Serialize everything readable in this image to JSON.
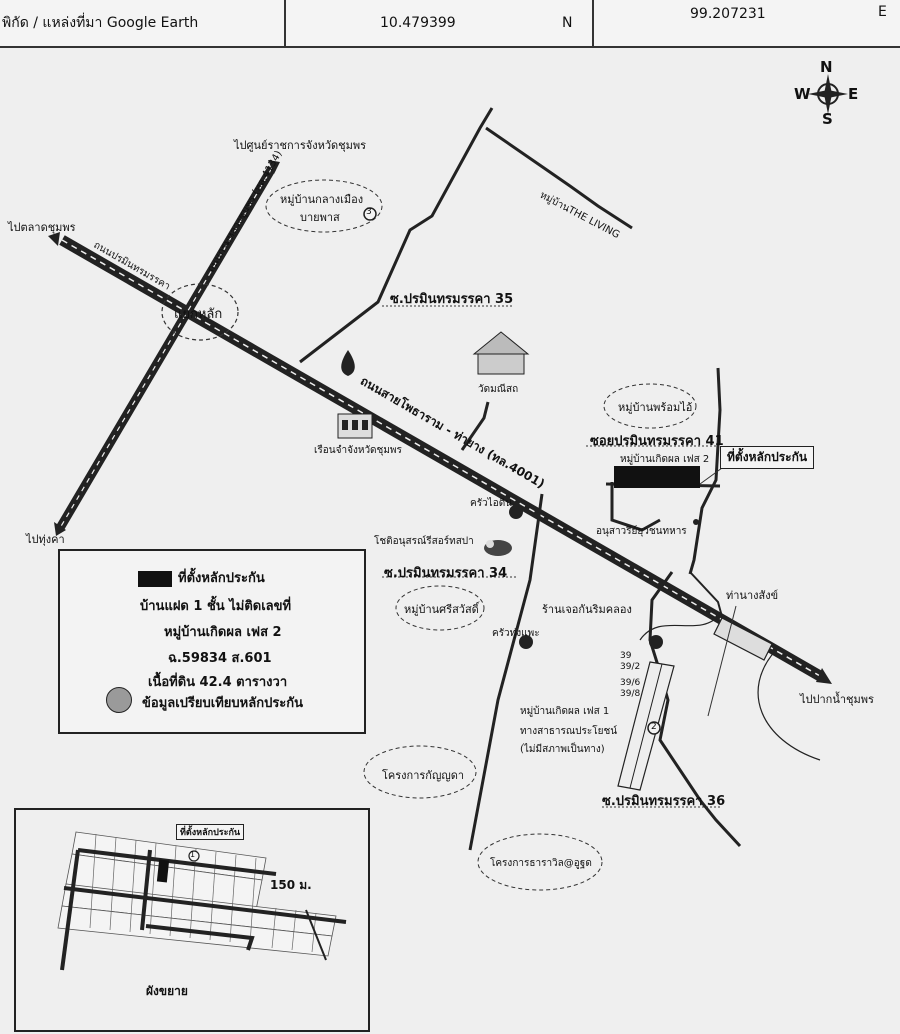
{
  "header": {
    "source_label": "พิกัด / แหล่งที่มา Google Earth",
    "lat_value": "10.479399",
    "lat_dir": "N",
    "lon_value": "99.207231",
    "lon_dir": "E"
  },
  "compass": {
    "n": "N",
    "s": "S",
    "e": "E",
    "w": "W"
  },
  "map_labels": {
    "to_chumphon_center": "ไปศูนย์ราชการจังหวัดชุมพร",
    "to_chumphon_market": "ไปตลาดชุมพร",
    "to_thung_kha": "ไปทุ่งคา",
    "to_pak_nam": "ไปปากน้ำชุมพร",
    "village_klang_mueang": "หมู่บ้านกลางเมือง",
    "village_klang_mueang_2": "บายพาส",
    "village_the_living": "หมู่บ้านTHE LIVING",
    "road_paramin": "ถนนปรมินทรมรรคา",
    "road_krom_luang": "ถนนกรมหลวงชุมพร (ทล.4134)",
    "intersection": "แยกหลัก",
    "soi_35": "ซ.ปรมินทรมรรคา 35",
    "main_road": "ถนนสายโพธาราม - ท่ายาง (ทล.4001)",
    "temple": "วัดมณีสถ",
    "prison": "เรือนจำจังหวัดชุมพร",
    "village_phrom_thai": "หมู่บ้านพร้อมไอ้",
    "soi_41": "ซอยปรมินทรมรรคา 41",
    "village_koet_phon_2": "หมู่บ้านเกิดผล เฟส 2",
    "collateral_location": "ที่ตั้งหลักประกัน",
    "restaurant_1": "ครัวไอดิน",
    "monument": "อนุสาวรีย์ยุวชนทหาร",
    "resort": "โชติอนุสรณ์รีสอร์ทสปา",
    "soi_34": "ซ.ปรมินทรมรรคา 34",
    "village_si_sawat": "หมู่บ้านศรีสวัสดิ์",
    "restaurant_2": "ร้านเจอกันริมคลอง",
    "restaurant_3": "ครัวทุ่งแพะ",
    "pier": "ท่านางสังข์",
    "village_koet_phon_1": "หมู่บ้านเกิดผล เฟส 1",
    "public_way": "ทางสาธารณประโยชน์",
    "public_way_2": "(ไม่มีสภาพเป็นทาง)",
    "lot_1": "39",
    "lot_2": "39/2",
    "lot_3": "39/6",
    "lot_4": "39/8",
    "project_kanyada": "โครงการกัญญดา",
    "soi_36": "ซ.ปรมินทรมรรคา 36",
    "project_thara": "โครงการธาราวิล@อูฐด"
  },
  "legend": {
    "collateral": "ที่ตั้งหลักประกัน",
    "line1": "บ้านแฝด 1 ชั้น ไม่ติดเลขที่",
    "line2": "หมู่บ้านเกิดผล เฟส 2",
    "line3": "ฉ.59834 ส.601",
    "line4": "เนื้อที่ดิน 42.4 ตารางวา",
    "comparison": "ข้อมูลเปรียบเทียบหลักประกัน"
  },
  "inset": {
    "collateral": "ที่ตั้งหลักประกัน",
    "distance": "150 ม.",
    "caption": "ผังขยาย"
  },
  "markers": {
    "m1": "1",
    "m2": "2",
    "m3": "3"
  },
  "colors": {
    "road": "#222222",
    "collateral": "#111111",
    "comparison": "#9a9a9a"
  }
}
